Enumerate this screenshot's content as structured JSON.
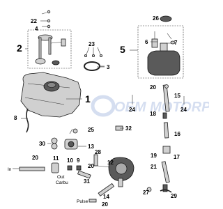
{
  "diagram": {
    "group_labels": [
      "1",
      "2",
      "5"
    ],
    "part_labels": [
      "22",
      "4",
      "3",
      "23",
      "26",
      "6",
      "7",
      "20",
      "15",
      "24",
      "24",
      "18",
      "16",
      "17",
      "19",
      "21",
      "25",
      "32",
      "30",
      "13",
      "11",
      "10",
      "9",
      "31",
      "28",
      "12",
      "20",
      "20",
      "14",
      "27",
      "29",
      "20",
      "8"
    ],
    "connector_labels": {
      "in": "In",
      "out_carbu_1": "Out",
      "out_carbu_2": "Carbu",
      "pulse": "Pulse"
    },
    "watermark": "OEM MOTORPARTS",
    "colors": {
      "part_fill": "#d0d0d0",
      "outline": "#1a1a1a",
      "dark": "#5a5a5a"
    }
  }
}
